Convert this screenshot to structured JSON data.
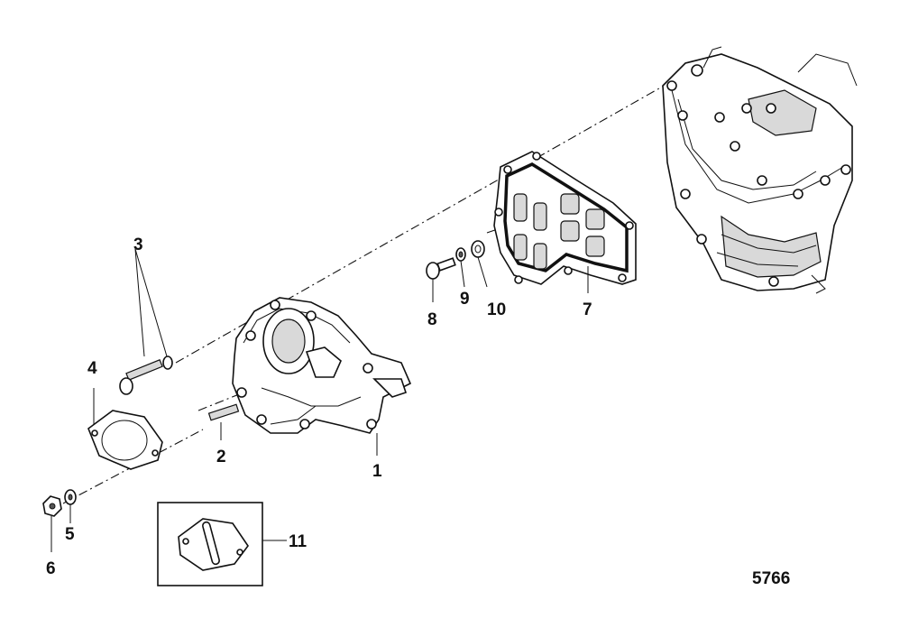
{
  "callouts": {
    "c1": "1",
    "c2": "2",
    "c3": "3",
    "c4": "4",
    "c5": "5",
    "c6": "6",
    "c7": "7",
    "c8": "8",
    "c9": "9",
    "c10": "10",
    "c11": "11"
  },
  "figure_number": "5766"
}
